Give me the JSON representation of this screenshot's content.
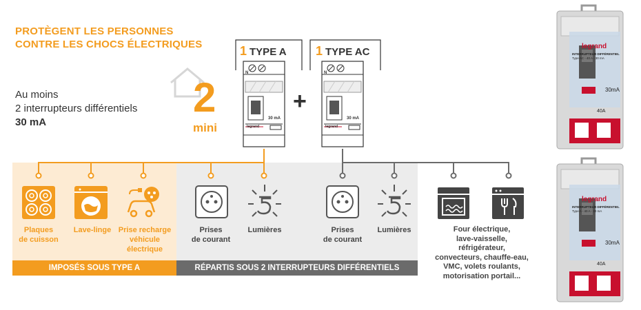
{
  "title": {
    "line1": "PROTÈGENT LES PERSONNES",
    "line2": "CONTRE LES CHOCS ÉLECTRIQUES"
  },
  "info": {
    "line1": "Au moins",
    "line2": "2 interrupteurs différentiels",
    "line3": "30 mA"
  },
  "minimum": {
    "number": "2",
    "label": "mini"
  },
  "breakers": {
    "typeA": {
      "count": "1",
      "label": "TYPE A",
      "rating": "30 mA",
      "neutral": "N",
      "brand": "legrand"
    },
    "plus": "+",
    "typeAC": {
      "count": "1",
      "label": "TYPE AC",
      "rating": "30 mA",
      "neutral": "N",
      "brand": "legrand"
    }
  },
  "appliances_typeA": [
    {
      "label_lines": [
        "Plaques",
        "de cuisson"
      ],
      "icon": "cooktop-icon"
    },
    {
      "label_lines": [
        "Lave-linge"
      ],
      "icon": "washing-machine-icon"
    },
    {
      "label_lines": [
        "Prise recharge",
        "véhicule",
        "électrique"
      ],
      "icon": "ev-charger-icon"
    }
  ],
  "appliances_shared_a": [
    {
      "label_lines": [
        "Prises",
        "de courant"
      ],
      "icon": "socket-icon"
    },
    {
      "label_lines": [
        "Lumières"
      ],
      "icon": "light-icon"
    }
  ],
  "appliances_shared_ac": [
    {
      "label_lines": [
        "Prises",
        "de courant"
      ],
      "icon": "socket-icon"
    },
    {
      "label_lines": [
        "Lumières"
      ],
      "icon": "light-icon"
    }
  ],
  "appliances_other": {
    "icons": [
      "oven-icon",
      "dishwasher-icon"
    ],
    "label_lines": [
      "Four électrique,",
      "lave-vaisselle,",
      "réfrigérateur,",
      "convecteurs, chauffe-eau,",
      "VMC, volets roulants,",
      "motorisation portail..."
    ]
  },
  "bars": {
    "typeA": "IMPOSÉS SOUS TYPE A",
    "shared": "RÉPARTIS SOUS 2 INTERRUPTEURS DIFFÉRENTIELS"
  },
  "products": [
    {
      "brand": "legrand",
      "title": "INTERRUPTEUR DIFFÉRENTIEL",
      "spec": "Type AC - 40 A - 30 mA",
      "rating": "30mA",
      "amps": "40A"
    },
    {
      "brand": "legrand",
      "title": "INTERRUPTEUR DIFFÉRENTIEL",
      "spec": "Type A - 40 A - 30 mA",
      "rating": "30mA",
      "amps": "40A"
    }
  ],
  "colors": {
    "orange": "#f39c1f",
    "grey_line": "#6b6b6b",
    "bg_orange": "#fdebd3",
    "bg_grey": "#ececec",
    "legrand_red": "#c8102e"
  }
}
